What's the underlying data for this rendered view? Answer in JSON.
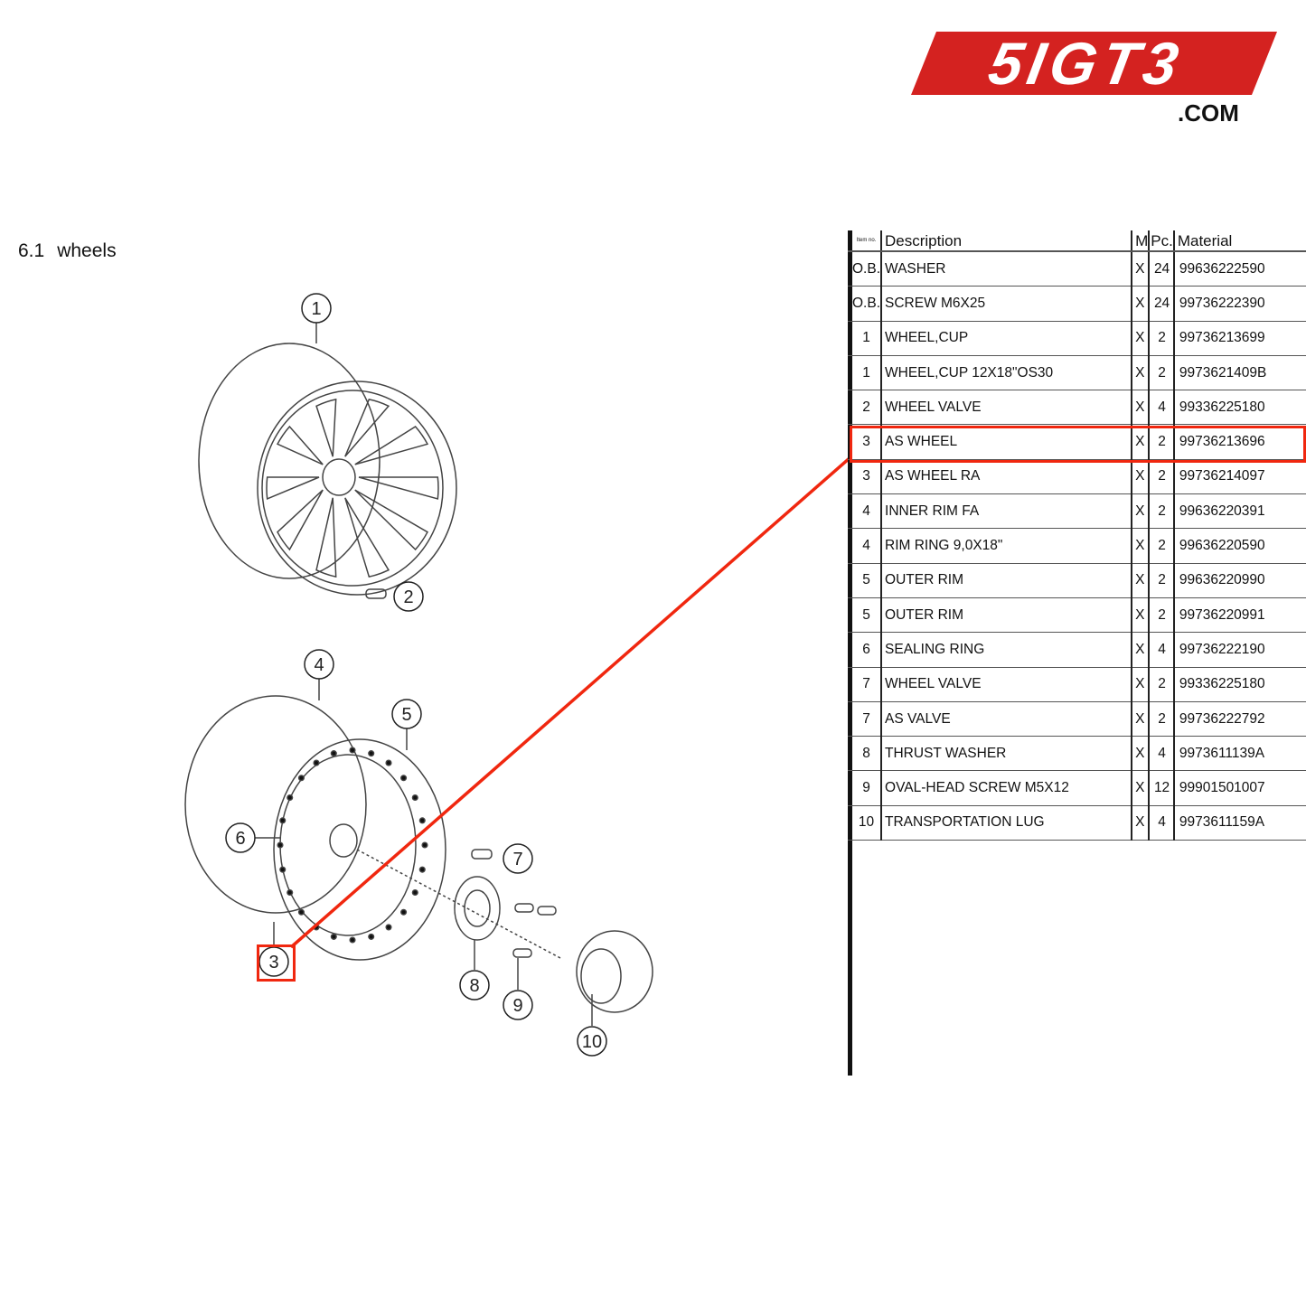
{
  "brand": {
    "logo_text": "5IGT3",
    "domain_suffix": ".COM",
    "color": "#d42220"
  },
  "section": {
    "number": "6.1",
    "title": "wheels"
  },
  "highlight_color": "#f0270f",
  "callouts": [
    "1",
    "2",
    "3",
    "4",
    "5",
    "6",
    "7",
    "8",
    "9",
    "10"
  ],
  "highlighted_item": "3",
  "table": {
    "headers": {
      "item": "Item no.",
      "description": "Description",
      "m": "M",
      "pc": "Pc.",
      "material": "Material"
    },
    "rows": [
      {
        "item": "O.B.",
        "description": "WASHER",
        "m": "X",
        "pc": "24",
        "material": "99636222590"
      },
      {
        "item": "O.B.",
        "description": "SCREW M6X25",
        "m": "X",
        "pc": "24",
        "material": "99736222390"
      },
      {
        "item": "1",
        "description": "WHEEL,CUP",
        "m": "X",
        "pc": "2",
        "material": "99736213699"
      },
      {
        "item": "1",
        "description": "WHEEL,CUP 12X18\"OS30",
        "m": "X",
        "pc": "2",
        "material": "9973621409B"
      },
      {
        "item": "2",
        "description": "WHEEL VALVE",
        "m": "X",
        "pc": "4",
        "material": "99336225180"
      },
      {
        "item": "3",
        "description": "AS WHEEL",
        "m": "X",
        "pc": "2",
        "material": "99736213696",
        "highlighted": true
      },
      {
        "item": "3",
        "description": "AS WHEEL RA",
        "m": "X",
        "pc": "2",
        "material": "99736214097"
      },
      {
        "item": "4",
        "description": "INNER RIM FA",
        "m": "X",
        "pc": "2",
        "material": "99636220391"
      },
      {
        "item": "4",
        "description": "RIM RING 9,0X18\"",
        "m": "X",
        "pc": "2",
        "material": "99636220590"
      },
      {
        "item": "5",
        "description": "OUTER RIM",
        "m": "X",
        "pc": "2",
        "material": "99636220990"
      },
      {
        "item": "5",
        "description": "OUTER RIM",
        "m": "X",
        "pc": "2",
        "material": "99736220991"
      },
      {
        "item": "6",
        "description": "SEALING RING",
        "m": "X",
        "pc": "4",
        "material": "99736222190"
      },
      {
        "item": "7",
        "description": "WHEEL VALVE",
        "m": "X",
        "pc": "2",
        "material": "99336225180"
      },
      {
        "item": "7",
        "description": "AS VALVE",
        "m": "X",
        "pc": "2",
        "material": "99736222792"
      },
      {
        "item": "8",
        "description": "THRUST WASHER",
        "m": "X",
        "pc": "4",
        "material": "9973611139A"
      },
      {
        "item": "9",
        "description": "OVAL-HEAD SCREW M5X12",
        "m": "X",
        "pc": "12",
        "material": "99901501007"
      },
      {
        "item": "10",
        "description": "TRANSPORTATION LUG",
        "m": "X",
        "pc": "4",
        "material": "9973611159A"
      }
    ]
  }
}
